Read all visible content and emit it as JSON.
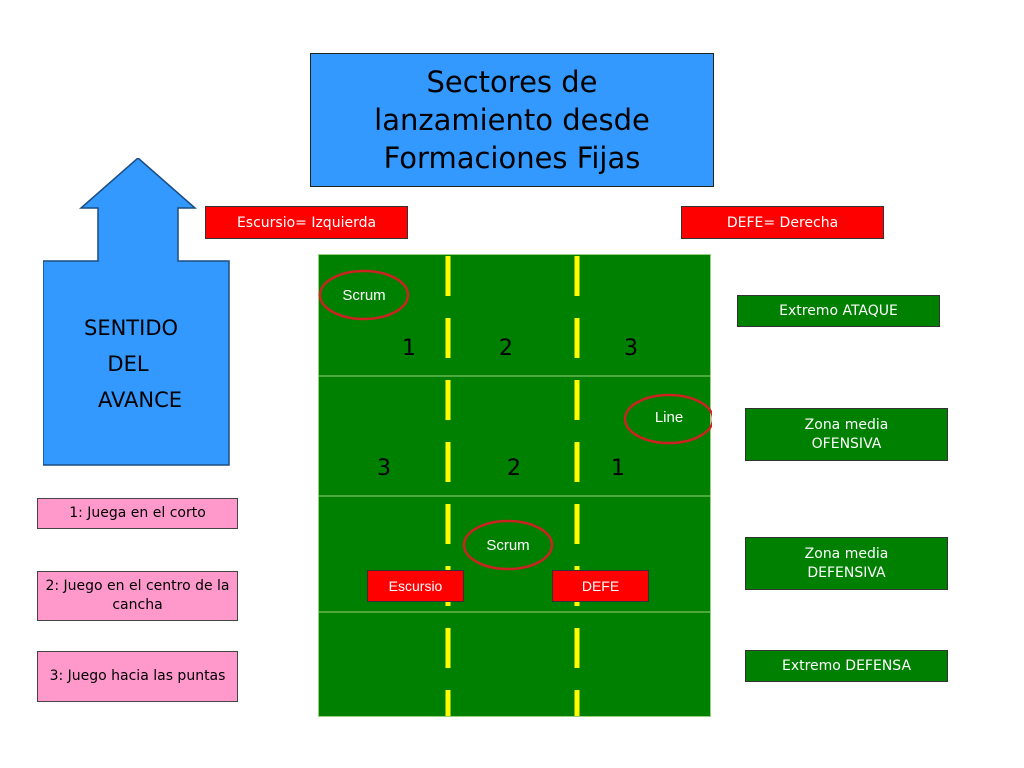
{
  "title": {
    "line1": "Sectores de",
    "line2": "lanzamiento desde",
    "line3": "Formaciones Fijas"
  },
  "top_labels": {
    "left": "Escursio= Izquierda",
    "right": "DEFE= Derecha"
  },
  "direction": {
    "line1": "SENTIDO",
    "line2": "DEL",
    "line3": "AVANCE"
  },
  "legend": [
    "1: Juega en el corto",
    "2: Juego en el centro de la cancha",
    "3: Juego hacia las puntas"
  ],
  "field": {
    "row1_numbers": [
      "1",
      "2",
      "3"
    ],
    "row2_numbers": [
      "3",
      "2",
      "1"
    ],
    "oval_scrum_top": "Scrum",
    "oval_line": "Line",
    "oval_scrum_bottom": "Scrum",
    "label_escursio": "Escursio",
    "label_defe": "DEFE"
  },
  "zones": [
    "Extremo ATAQUE",
    "Zona media OFENSIVA",
    "Zona media DEFENSIVA",
    "Extremo DEFENSA"
  ],
  "colors": {
    "title_bg": "#3399ff",
    "field_green": "#008000",
    "dash_yellow": "#ffff00",
    "oval_red": "#cc2222",
    "label_red": "#ff0000",
    "legend_pink": "#ff99cc"
  }
}
